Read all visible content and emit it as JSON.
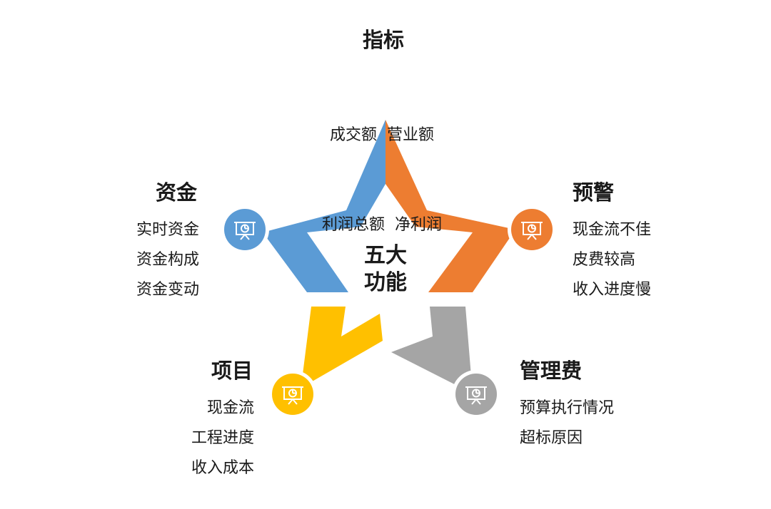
{
  "center": {
    "line1": "五大",
    "line2": "功能"
  },
  "colors": {
    "blue": "#5B9BD5",
    "orange": "#ED7D31",
    "yellow": "#FFC000",
    "gray": "#A5A5A5"
  },
  "icon_name": "presentation-chart-icon",
  "sections": {
    "top": {
      "title": "指标",
      "rows": [
        "成交额  营业额",
        "利润总额  净利润"
      ]
    },
    "left": {
      "title": "资金",
      "rows": [
        "实时资金",
        "资金构成",
        "资金变动"
      ]
    },
    "right": {
      "title": "预警",
      "rows": [
        "现金流不佳",
        "皮费较高",
        "收入进度慢"
      ]
    },
    "bottom_left": {
      "title": "项目",
      "rows": [
        "现金流",
        "工程进度",
        "收入成本"
      ]
    },
    "bottom_right": {
      "title": "管理费",
      "rows": [
        "预算执行情况",
        "超标原因"
      ]
    }
  }
}
